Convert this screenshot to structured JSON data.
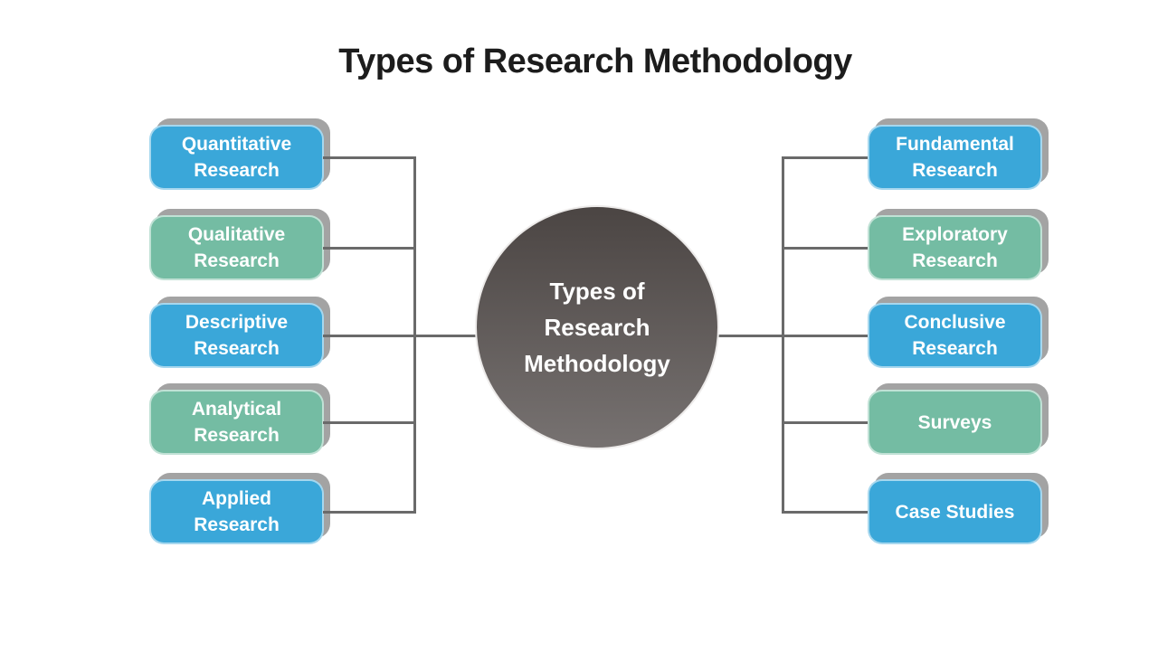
{
  "title": "Types of Research Methodology",
  "center_node": {
    "lines": [
      "Types of",
      "Research",
      "Methodology"
    ]
  },
  "left_column": {
    "items": [
      {
        "label": "Quantitative Research",
        "color": "blue"
      },
      {
        "label": "Qualitative Research",
        "color": "green"
      },
      {
        "label": "Descriptive Research",
        "color": "blue"
      },
      {
        "label": "Analytical Research",
        "color": "green"
      },
      {
        "label": "Applied Research",
        "color": "blue"
      }
    ]
  },
  "right_column": {
    "items": [
      {
        "label": "Fundamental Research",
        "color": "blue"
      },
      {
        "label": "Exploratory Research",
        "color": "green"
      },
      {
        "label": "Conclusive Research",
        "color": "blue"
      },
      {
        "label": "Surveys",
        "color": "green"
      },
      {
        "label": "Case Studies",
        "color": "blue"
      }
    ]
  },
  "colors": {
    "box-blue": "#3aa7d9",
    "box-green": "#74bca3",
    "shadow": "#a3a3a3",
    "line": "#6a6a6a",
    "circle-top": "#4b4543",
    "circle-bottom": "#777271",
    "title-color": "#1c1c1c"
  }
}
